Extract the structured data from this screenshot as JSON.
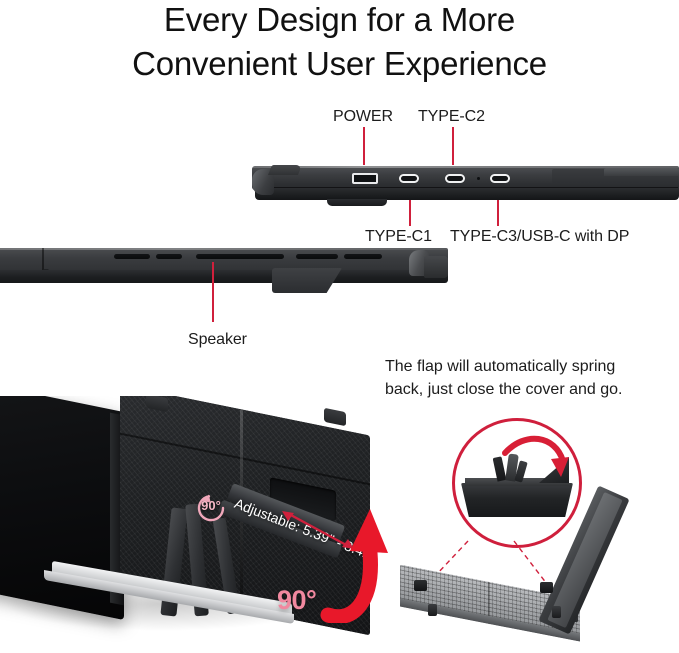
{
  "headline": {
    "line1": "Every Design for a More",
    "line2": "Convenient User Experience"
  },
  "port_callouts": {
    "power": "POWER",
    "type_c2": "TYPE-C2",
    "type_c1": "TYPE-C1",
    "type_c3": "TYPE-C3/USB-C with DP"
  },
  "speaker_callout": {
    "label": "Speaker"
  },
  "flap_note": {
    "line1": "The flap will automatically spring",
    "line2": "back, just close the cover and go."
  },
  "stand_annotations": {
    "angle_upper": "90°",
    "angle_lower": "90°",
    "adjustable": "Adjustable: 5.39\" - 8.42\""
  },
  "colors": {
    "callout_red": "#d0203c",
    "circle_red": "#cf1f3c",
    "arrow_red": "#e8182a",
    "angle_pink": "#f1889f",
    "text_dark": "#1c1c1c",
    "background": "#ffffff"
  }
}
